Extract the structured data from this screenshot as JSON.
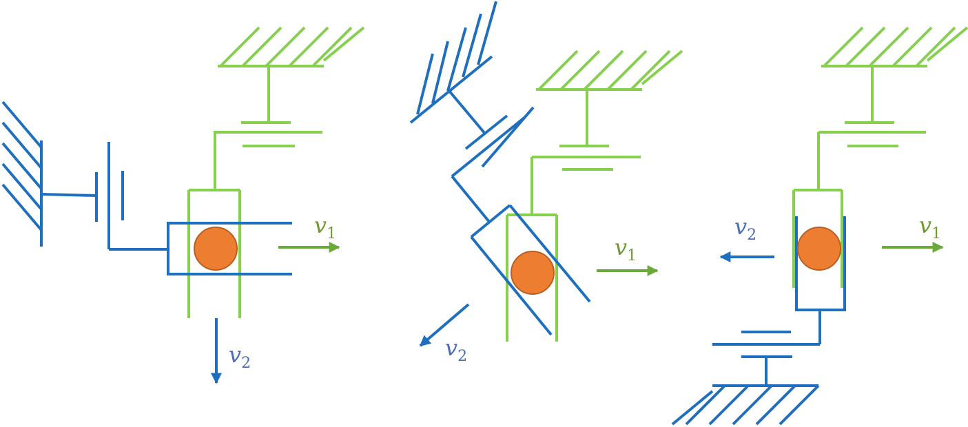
{
  "colors": {
    "blue": "#1f6fbf",
    "green": "#86d04e",
    "arrow_green": "#6aaa3a",
    "label_blue": "#4b6cb7",
    "label_green": "#6f9a2f",
    "ball_fill": "#ed7d31",
    "ball_stroke": "#b85f24"
  },
  "labels": {
    "v": "v",
    "sub1": "1",
    "sub2": "2"
  },
  "icons": {
    "ball": "circle",
    "ground": "hatched-wall",
    "damper": "parallel-plates",
    "arrow": "velocity-arrow"
  }
}
